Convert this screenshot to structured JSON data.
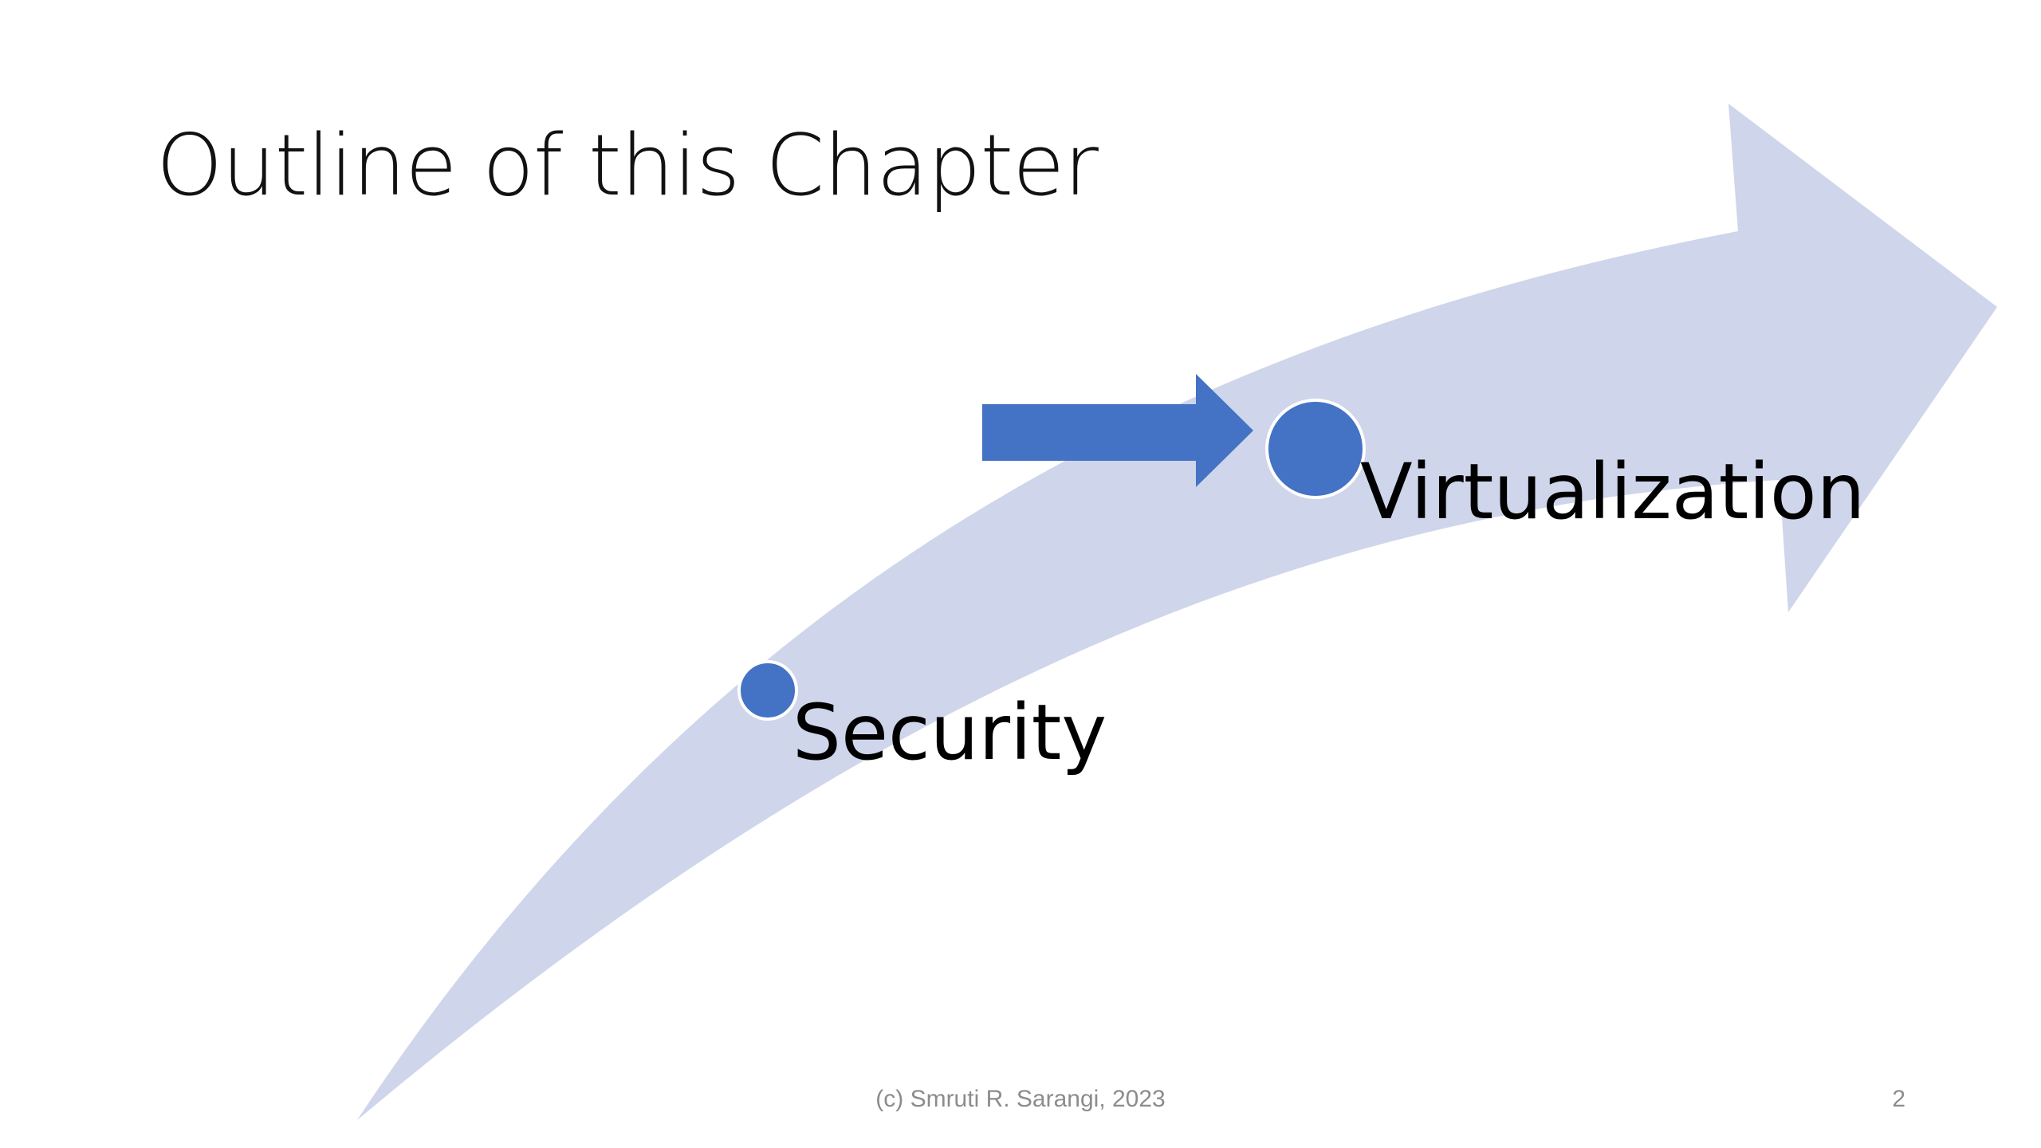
{
  "slide": {
    "title": "Outline of this Chapter",
    "items": [
      {
        "label": "Security",
        "current": false
      },
      {
        "label": "Virtualization",
        "current": true
      }
    ],
    "footer": "(c) Smruti R. Sarangi, 2023",
    "page_number": "2"
  },
  "colors": {
    "background": "#ffffff",
    "curved_arrow": "#cfd5ea",
    "accent": "#4472c4",
    "text": "#000000",
    "footer_text": "#8c8c8c"
  },
  "icons": {
    "current_marker": "right-arrow-icon",
    "bullet": "circle-bullet-icon"
  }
}
